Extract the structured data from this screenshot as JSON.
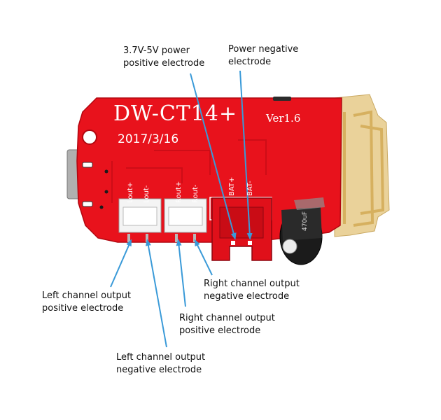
{
  "board": {
    "model_text": "DW-CT14+",
    "version_text": "Ver1.6",
    "date_text": "2017/3/16",
    "pin_labels": [
      "Lout+",
      "Lout-",
      "Rout+",
      "Rout-",
      "BAT+",
      "BAT-"
    ],
    "capacitor_text": "470uF"
  },
  "callouts": {
    "power_positive": [
      "3.7V-5V power",
      "positive electrode"
    ],
    "power_negative": [
      "Power negative",
      "electrode"
    ],
    "right_negative": [
      "Right channel output",
      "negative electrode"
    ],
    "right_positive": [
      "Right channel output",
      "positive electrode"
    ],
    "left_positive": [
      "Left channel output",
      "positive electrode"
    ],
    "left_negative": [
      "Left channel output",
      "negative electrode"
    ]
  },
  "colors": {
    "pcb": "#e8121c",
    "antenna": "#ead29a",
    "arrow": "#3a9ad8",
    "silkscreen": "#ffffff"
  }
}
